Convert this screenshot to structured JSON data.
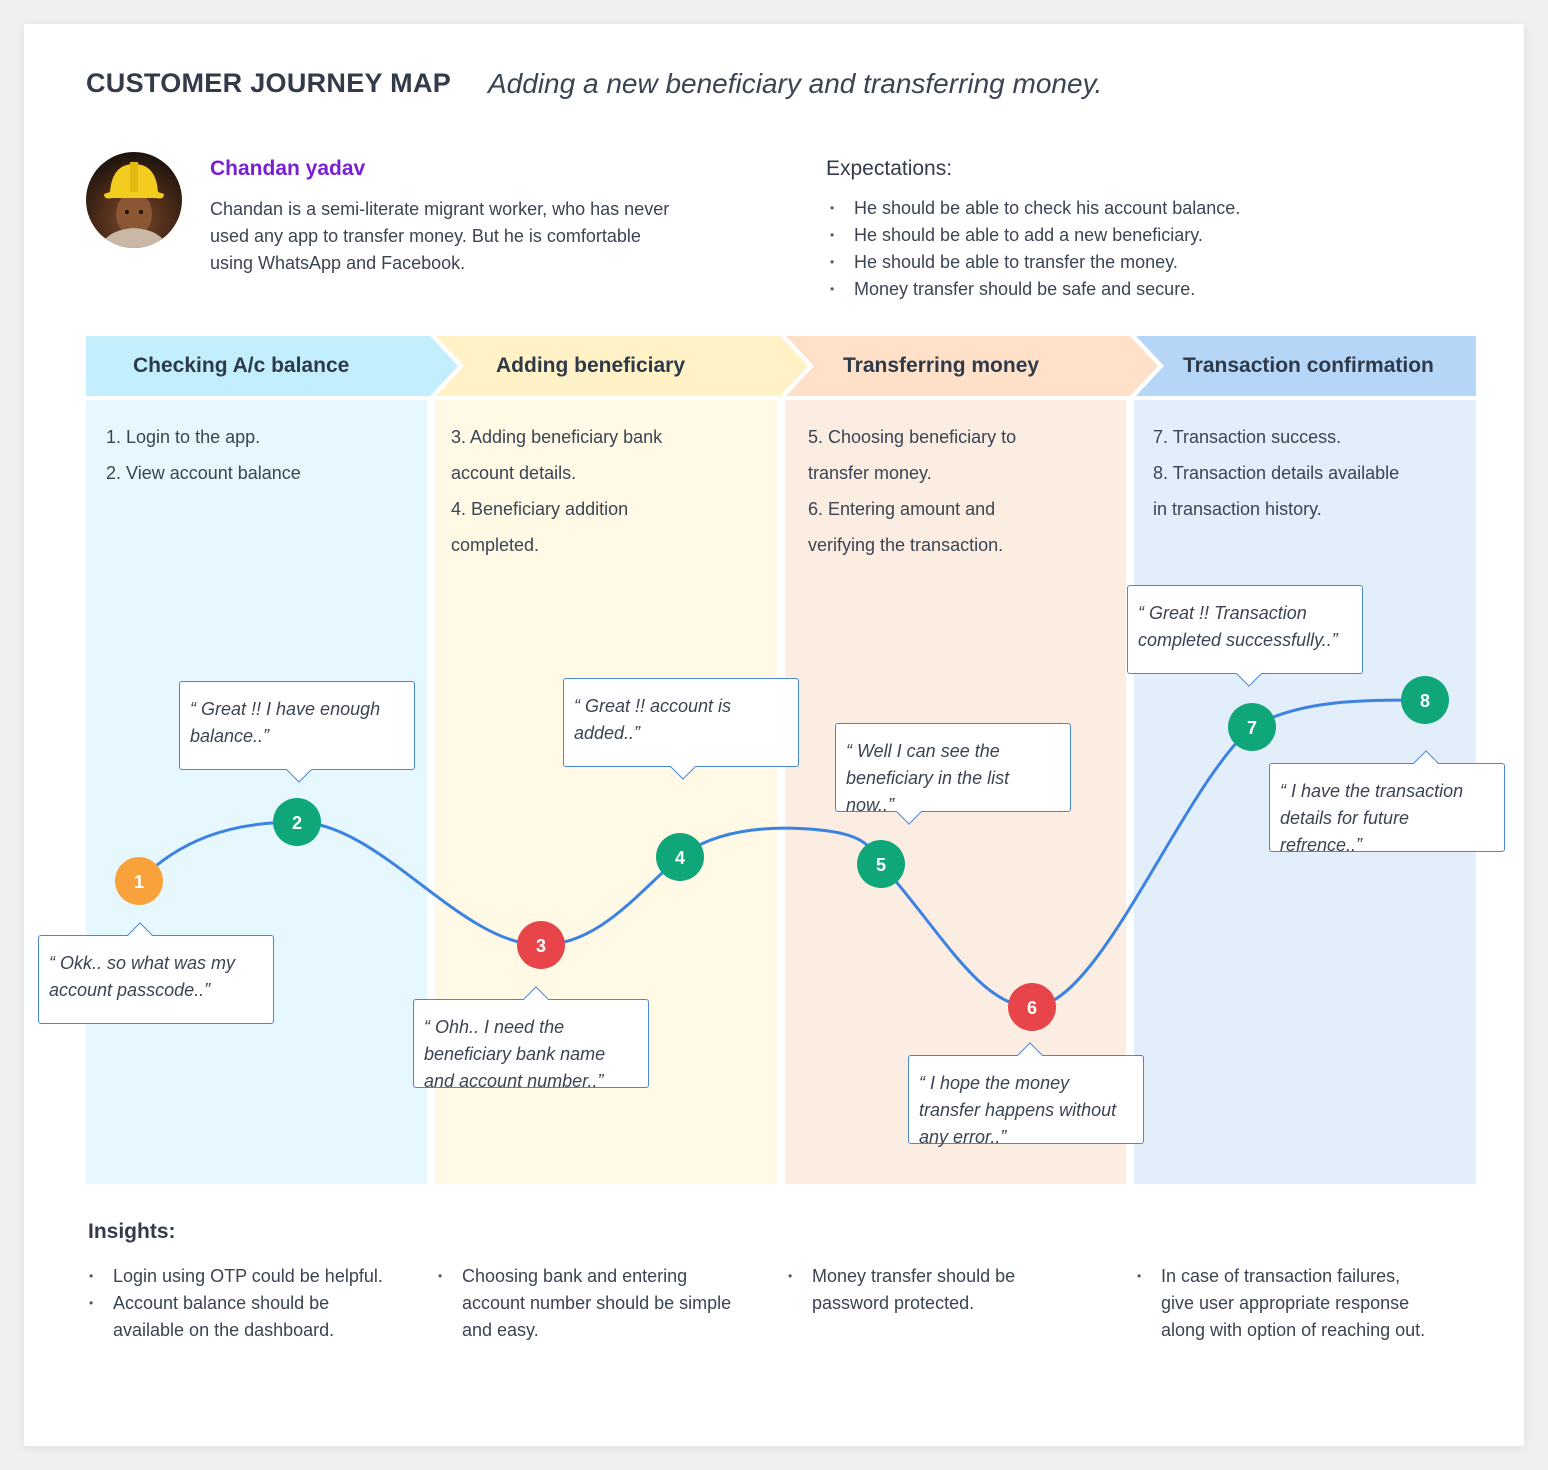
{
  "header": {
    "title": "CUSTOMER JOURNEY MAP",
    "subtitle": "Adding a new beneficiary and transferring money."
  },
  "persona": {
    "name": "Chandan yadav",
    "description": "Chandan is a semi-literate migrant worker, who has never used any app to transfer money. But he is comfortable using WhatsApp and Facebook."
  },
  "expectations": {
    "heading": "Expectations:",
    "items": [
      "He should be able to check his account balance.",
      "He should be able to add a new beneficiary.",
      "He should be able to transfer the money.",
      "Money transfer should be safe and secure."
    ]
  },
  "stages": [
    {
      "label": "Checking A/c balance",
      "color": "#c2effb",
      "lane_color": "#e6f8fd",
      "steps": [
        "1. Login to the app.",
        "2. View account balance"
      ]
    },
    {
      "label": "Adding beneficiary",
      "color": "#fff2c7",
      "lane_color": "#fff9e6",
      "steps": [
        "3. Adding beneficiary bank",
        "account details.",
        "4. Beneficiary addition",
        "completed."
      ]
    },
    {
      "label": "Transferring money",
      "color": "#ffe0c8",
      "lane_color": "#fcede3",
      "steps": [
        "5. Choosing beneficiary to",
        "transfer money.",
        "6. Entering amount and",
        "verifying the transaction."
      ]
    },
    {
      "label": "Transaction confirmation",
      "color": "#b6d6f7",
      "lane_color": "#e3eefb",
      "steps": [
        "7. Transaction success.",
        "8. Transaction details available",
        "in transaction history."
      ]
    }
  ],
  "touchpoints": [
    {
      "number": "1",
      "quote": "“ Okk.. so what was my account passcode..”",
      "color": "#f9a23b"
    },
    {
      "number": "2",
      "quote": "“ Great !! I have enough balance..”",
      "color": "#0fa67a"
    },
    {
      "number": "3",
      "quote": "“ Ohh.. I need the beneficiary bank name and account number..”",
      "color": "#e8454a"
    },
    {
      "number": "4",
      "quote": "“ Great !! account is added..”",
      "color": "#0fa67a"
    },
    {
      "number": "5",
      "quote": "“ Well I can see the beneficiary in the list now..”",
      "color": "#0fa67a"
    },
    {
      "number": "6",
      "quote": "“ I hope the money transfer happens without any error..”",
      "color": "#e8454a"
    },
    {
      "number": "7",
      "quote": "“ Great !! Transaction completed successfully..”",
      "color": "#0fa67a"
    },
    {
      "number": "8",
      "quote": "“ I have the transaction details for future refrence..”",
      "color": "#0fa67a"
    }
  ],
  "insights": {
    "heading": "Insights:",
    "columns": [
      [
        "Login using OTP could be helpful.",
        "Account balance should be available on the dashboard."
      ],
      [
        "Choosing bank and entering account number should be simple and easy."
      ],
      [
        "Money transfer should be password protected."
      ],
      [
        "In case of transaction failures, give user appropriate response along with option of reaching out."
      ]
    ]
  },
  "colors": {
    "curve": "#3c82e0",
    "bubble_border": "#4a86d6",
    "persona_name": "#7b1fd6"
  },
  "icons": {
    "avatar": "person-avatar-icon",
    "bullet": "bullet-icon"
  }
}
